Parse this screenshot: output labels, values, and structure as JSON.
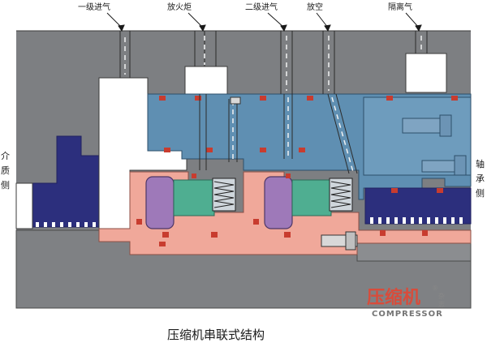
{
  "ports": {
    "primary_inlet": "一级进气",
    "flare_vent": "放火炬",
    "secondary_inlet": "二级进气",
    "atmospheric_vent": "放空",
    "separation_gas": "隔离气"
  },
  "sides": {
    "process_side": [
      "介",
      "质",
      "侧"
    ],
    "bearing_side": [
      "轴",
      "承",
      "侧"
    ]
  },
  "caption": "压缩机串联式结构",
  "watermark": {
    "chinese": "压缩机",
    "english": "COMPRESSOR",
    "magazine": [
      "杂",
      "志"
    ],
    "registered": "®"
  },
  "colors": {
    "housing_gray": "#7d7f82",
    "steel_blue": "#5f8fb2",
    "navy": "#2c2f7d",
    "salmon": "#f0a89a",
    "rotor_purple": "#9e79b9",
    "seal_green": "#4fae91",
    "oring_red": "#c83c2f"
  }
}
